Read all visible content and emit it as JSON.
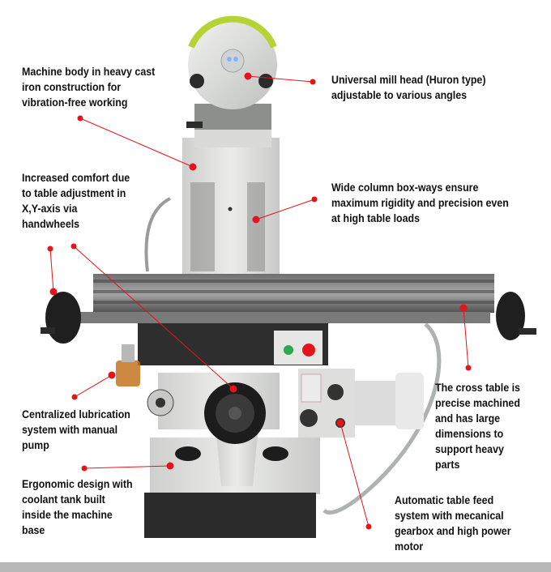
{
  "colors": {
    "leader": "#e3151a",
    "accent_green": "#b5d334",
    "machine_body": "#dfe0de",
    "machine_dark": "#2b2b2b",
    "text": "#111111",
    "footer": "#b8b8b8"
  },
  "callouts": {
    "machine_body": "Machine body in heavy cast\niron construction for\nvibration-free working",
    "mill_head": "Universal mill head (Huron type)\nadjustable to various angles",
    "comfort": "Increased comfort due\nto table adjustment in\nX,Y-axis via\nhandwheels",
    "box_ways": "Wide column box-ways ensure\nmaximum rigidity and precision even\nat high table loads",
    "lubrication": "Centralized lubrication\nsystem with manual\npump",
    "cross_table": "The cross table is\nprecise machined\nand has large\ndimensions to\nsupport heavy\nparts",
    "coolant": "Ergonomic design with\ncoolant tank built\ninside the machine\nbase",
    "auto_feed": "Automatic table feed\nsystem with mecanical\ngearbox and high power\nmotor"
  }
}
